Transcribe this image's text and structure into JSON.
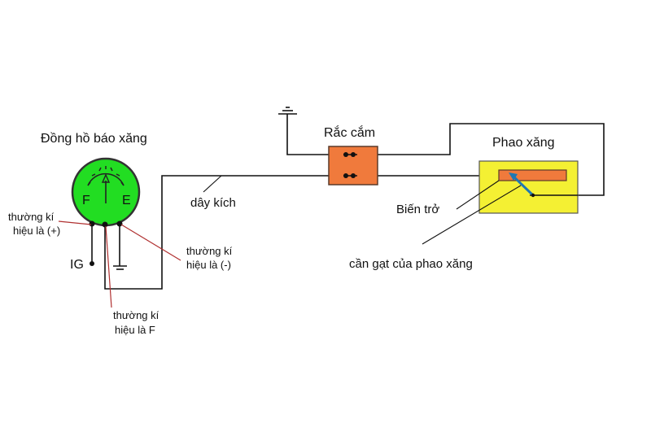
{
  "labels": {
    "gauge_title": "Đồng hồ báo xăng",
    "gauge_f": "F",
    "gauge_e": "E",
    "plus_line1": "thường kí",
    "plus_line2": "hiệu là (+)",
    "minus_line1": "thường kí",
    "minus_line2": "hiệu là (-)",
    "f_line1": "thường kí",
    "f_line2": "hiệu là F",
    "ig": "IG",
    "wire": "dây kích",
    "connector": "Rắc cắm",
    "float_unit": "Phao xăng",
    "resistor": "Biến trở",
    "arm": "cần gạt của phao xăng"
  },
  "colors": {
    "wire": "#111111",
    "gauge_fill": "#22dd22",
    "gauge_stroke": "#333333",
    "connector_fill": "#f07a3c",
    "float_box_fill": "#f4f033",
    "resistor_fill": "#f07a3c",
    "arm": "#1f78b4",
    "leader": "#b03030"
  }
}
